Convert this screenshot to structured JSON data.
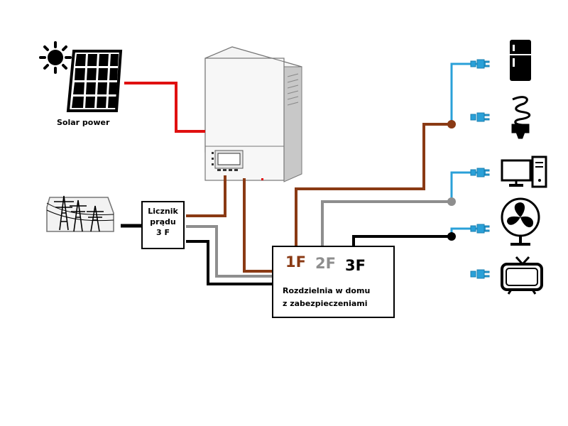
{
  "solar": {
    "label": "Solar power",
    "icon": "solar-panel-icon"
  },
  "meter": {
    "line1": "Licznik",
    "line2": "prądu",
    "line3": "3 F",
    "icon": "power-pylons-icon"
  },
  "board": {
    "phase1": "1F",
    "phase2": "2F",
    "phase3": "3F",
    "line1": "Rozdzielnia w domu",
    "line2": "z zabezpieczeniami"
  },
  "appliances": [
    "fridge-icon",
    "bulb-icon",
    "computer-icon",
    "fan-icon",
    "tv-icon"
  ],
  "colors": {
    "solar_wire": "#e01010",
    "phase1": "#8a3a14",
    "phase2": "#8e8e8e",
    "phase3": "#000000",
    "appliance_wire": "#2aa0d8"
  }
}
